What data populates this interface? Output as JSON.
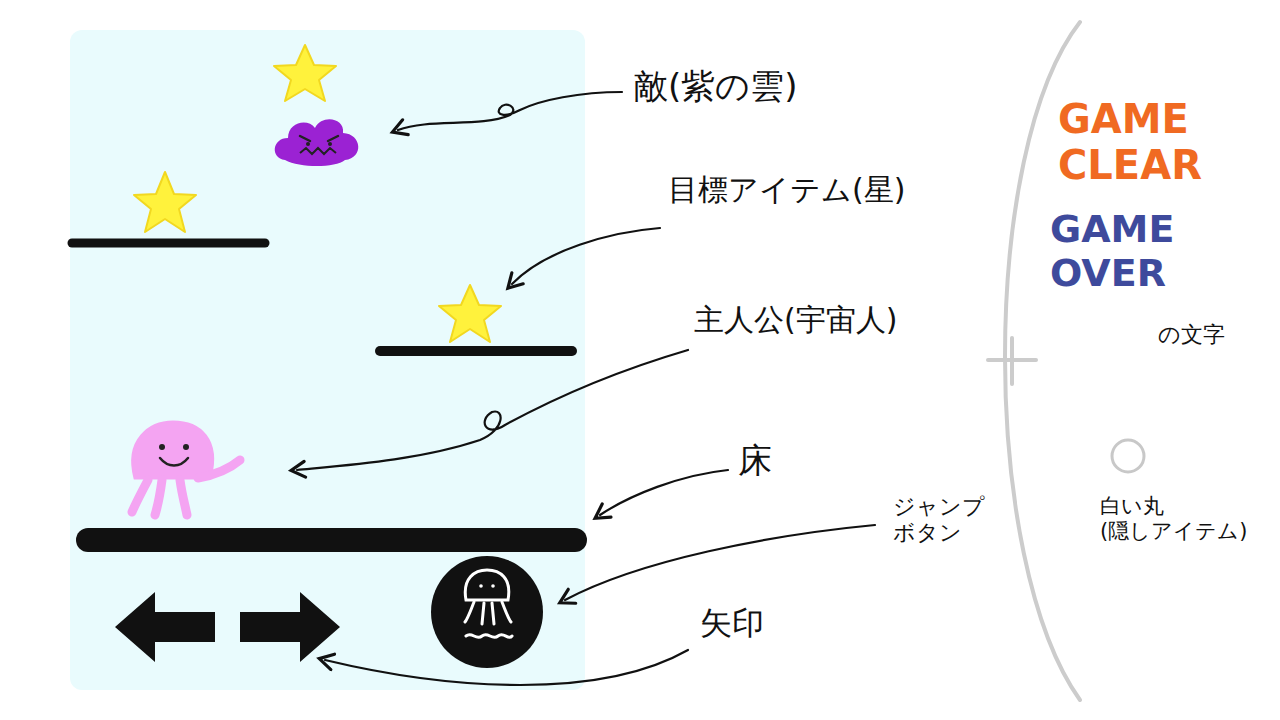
{
  "diagram": {
    "labels": [
      "敵(紫の雲)",
      "目標アイテム(星)",
      "主人公(宇宙人)",
      "床",
      "ジャンプ ボタン",
      "矢印",
      "GAME CLEAR",
      "GAME OVER",
      "の文字",
      "白い丸 (隠しアイテム)"
    ]
  }
}
